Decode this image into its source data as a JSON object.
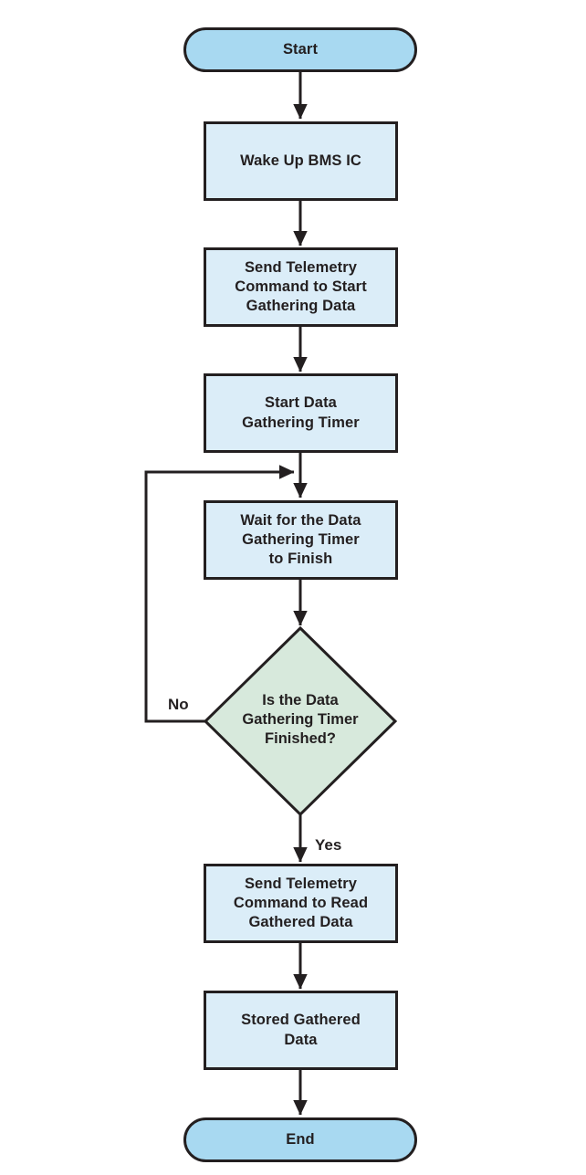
{
  "flowchart": {
    "type": "flowchart",
    "nodes": {
      "start": {
        "label": "Start",
        "shape": "terminator"
      },
      "wake": {
        "label": "Wake Up BMS IC",
        "shape": "process"
      },
      "send_start": {
        "label": "Send Telemetry\nCommand to Start\nGathering Data",
        "shape": "process"
      },
      "start_timer": {
        "label": "Start Data\nGathering Timer",
        "shape": "process"
      },
      "wait": {
        "label": "Wait for the Data\nGathering Timer\nto Finish",
        "shape": "process"
      },
      "decision": {
        "label": "Is the Data\nGathering Timer\nFinished?",
        "shape": "decision"
      },
      "send_read": {
        "label": "Send Telemetry\nCommand to Read\nGathered Data",
        "shape": "process"
      },
      "stored": {
        "label": "Stored Gathered\nData",
        "shape": "process"
      },
      "end": {
        "label": "End",
        "shape": "terminator"
      }
    },
    "edge_labels": {
      "no": "No",
      "yes": "Yes"
    },
    "colors": {
      "terminator_fill": "#a8d9f1",
      "process_fill": "#dbedf8",
      "decision_fill": "#d7e9dc",
      "stroke": "#231f20",
      "background": "#ffffff"
    }
  }
}
